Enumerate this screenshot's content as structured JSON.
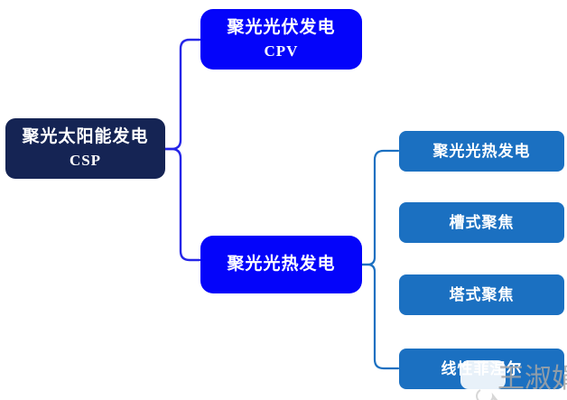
{
  "diagram": {
    "root": {
      "title": "聚光太阳能发电",
      "subtitle": "CSP"
    },
    "branch_top": {
      "title": "聚光光伏发电",
      "subtitle": "CPV"
    },
    "branch_bottom": {
      "title": "聚光光热发电"
    },
    "children": [
      {
        "label": "聚光光热发电"
      },
      {
        "label": "槽式聚焦"
      },
      {
        "label": "塔式聚焦"
      },
      {
        "label": "线性菲涅尔"
      }
    ]
  },
  "watermark": {
    "text": "王淑娟",
    "icon": "chat-bubble-icon"
  },
  "colors": {
    "root_fill": "#152454",
    "branch_fill": "#0404FA",
    "child_fill": "#1B70C1",
    "connector_left": "#2525E8",
    "connector_right": "#1B70C1",
    "node_text": "#FFFFFF",
    "watermark_text": "#A5A5A5",
    "background": "#FFFFFF"
  }
}
